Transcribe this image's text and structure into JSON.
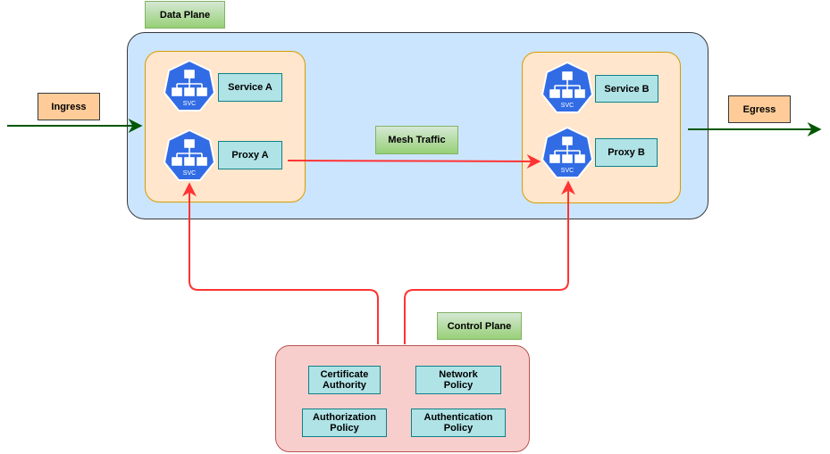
{
  "data_plane": {
    "title": "Data Plane"
  },
  "control_plane": {
    "title": "Control Plane"
  },
  "ingress": {
    "label": "Ingress"
  },
  "egress": {
    "label": "Egress"
  },
  "mesh_traffic": {
    "label": "Mesh Traffic"
  },
  "pod_a": {
    "service": "Service A",
    "proxy": "Proxy A"
  },
  "pod_b": {
    "service": "Service B",
    "proxy": "Proxy B"
  },
  "icon_text": "SVC",
  "policies": {
    "certificate_authority": "Certificate Authority",
    "network_policy": "Network Policy",
    "authorization_policy": "Authorization Policy",
    "authentication_policy": "Authentication Policy"
  },
  "colors": {
    "ingress_arrow": "#005700",
    "mesh_arrow": "#ff3333",
    "icon_blue": "#326ce5"
  }
}
